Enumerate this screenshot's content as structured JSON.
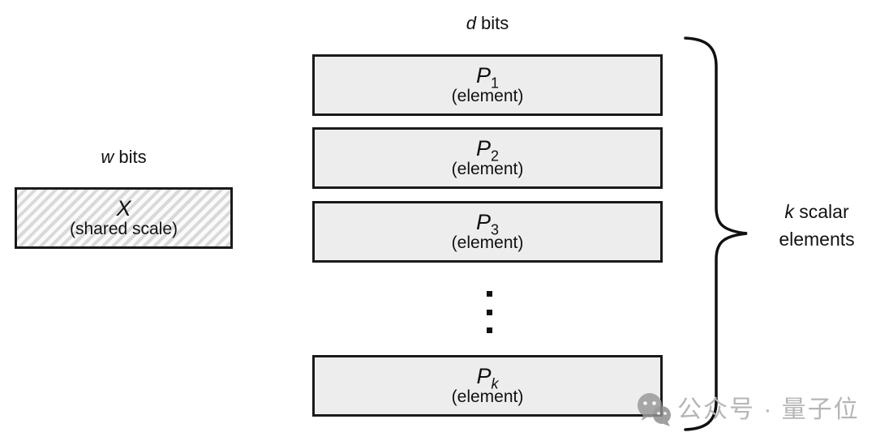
{
  "diagram": {
    "d_label": {
      "symbol": "d",
      "suffix": " bits"
    },
    "w_label": {
      "symbol": "w",
      "suffix": " bits"
    },
    "shared_scale_box": {
      "symbol": "X",
      "caption": "(shared scale)"
    },
    "element_boxes": [
      {
        "symbol": "P",
        "subscript": "1",
        "caption": "(element)"
      },
      {
        "symbol": "P",
        "subscript": "2",
        "caption": "(element)"
      },
      {
        "symbol": "P",
        "subscript": "3",
        "caption": "(element)"
      },
      {
        "symbol": "P",
        "subscript": "k",
        "caption": "(element)"
      }
    ],
    "brace_label": {
      "symbol": "k",
      "line1_suffix": " scalar",
      "line2": "elements"
    },
    "colors": {
      "box_fill": "#ededed",
      "box_border": "#1a1a1a",
      "hatch_stripe": "#d9d9d9",
      "text": "#111111",
      "watermark_gray": "#b5b5b5"
    }
  },
  "watermark": {
    "label": "公众号 · 量子位",
    "icon": "wechat-icon"
  }
}
